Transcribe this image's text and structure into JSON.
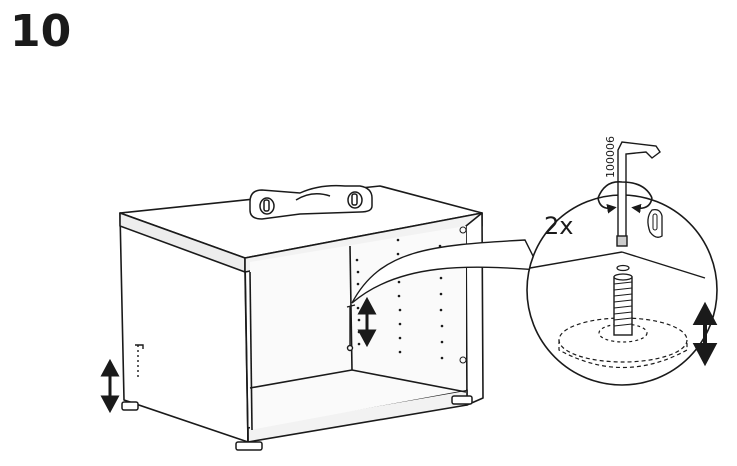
{
  "step": {
    "number": "10"
  },
  "callout": {
    "quantity": "2x",
    "tool_code": "100006"
  }
}
